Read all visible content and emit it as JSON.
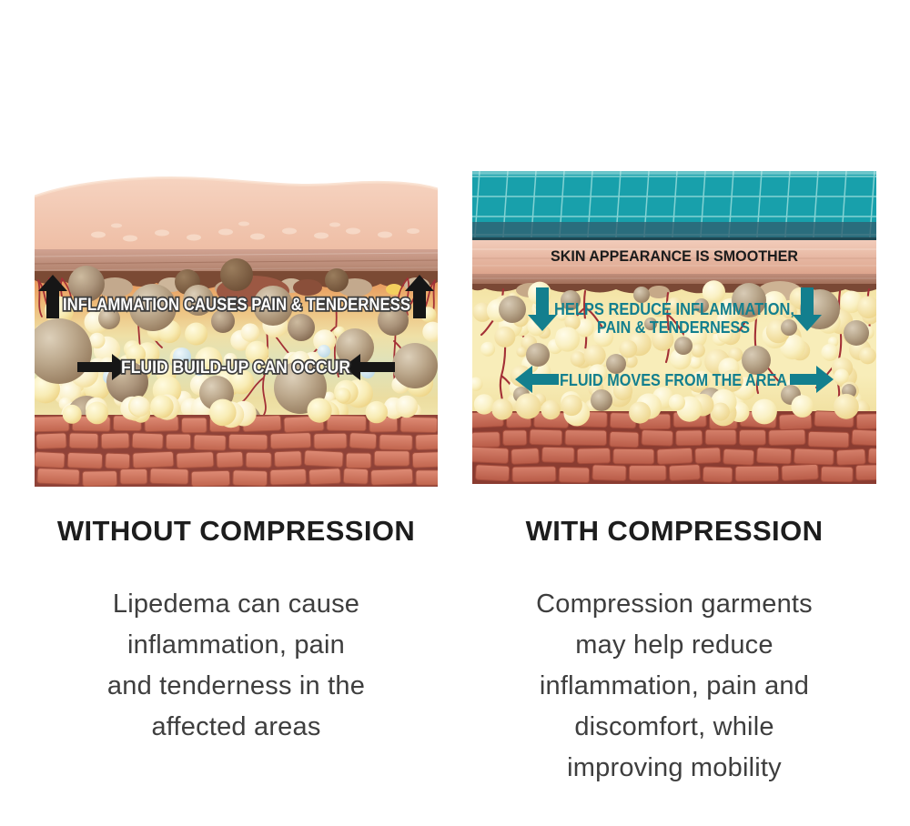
{
  "left_panel": {
    "heading": "WITHOUT COMPRESSION",
    "annotation_inflammation": "INFLAMMATION CAUSES PAIN & TENDERNESS",
    "annotation_fluid": "FLUID BUILD-UP CAN OCCUR",
    "description_lines": [
      "Lipedema can cause",
      "inflammation, pain",
      "and tenderness in the",
      "affected areas"
    ]
  },
  "right_panel": {
    "heading": "WITH COMPRESSION",
    "annotation_skin": "SKIN APPEARANCE IS SMOOTHER",
    "annotation_inflammation_line1": "HELPS REDUCE INFLAMMATION,",
    "annotation_inflammation_line2": "PAIN & TENDERNESS",
    "annotation_fluid": "FLUID MOVES FROM THE AREA",
    "description_lines": [
      "Compression garments",
      "may help reduce",
      "inflammation, pain and",
      "discomfort, while",
      "improving mobility"
    ]
  },
  "colors": {
    "accent_teal": "#137f8e",
    "fabric_teal": "#18a0ab",
    "arrow_black": "#161616",
    "label_white": "#ffffff",
    "skin_label_black": "#1b1b1b"
  }
}
